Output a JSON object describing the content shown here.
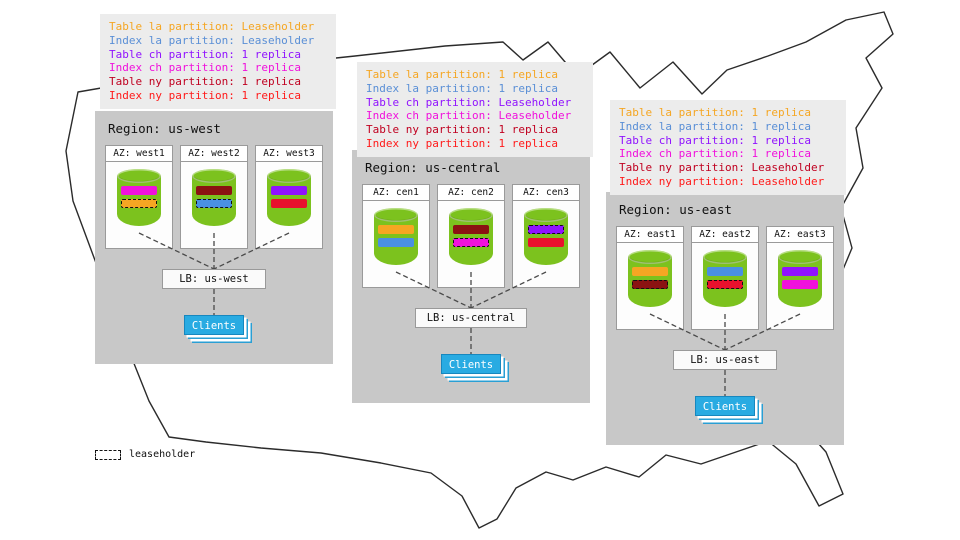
{
  "colors": {
    "cylinder": "#7cc21e",
    "clients": "#29abe2",
    "map_outline": "#2b2b2b"
  },
  "legend": {
    "leaseholder_label": "leaseholder"
  },
  "regions": [
    {
      "title": "Region: us-west",
      "lb_label": "LB: us-west",
      "clients_label": "Clients",
      "annotations": [
        {
          "text": "Table la partition: Leaseholder",
          "color": "#f5a623"
        },
        {
          "text": "Index la partition: Leaseholder",
          "color": "#5a8fd6"
        },
        {
          "text": "Table ch partition: 1 replica",
          "color": "#9013fe"
        },
        {
          "text": "Index ch partition: 1 replica",
          "color": "#f011dc"
        },
        {
          "text": "Table ny partition: 1 replica",
          "color": "#c00020"
        },
        {
          "text": "Index ny partition: 1 replica",
          "color": "#ff1a1a"
        }
      ],
      "azs": [
        {
          "label": "AZ: west1",
          "bars": [
            {
              "color": "#f011dc",
              "leaseholder": false
            },
            {
              "color": "#f5a623",
              "leaseholder": true
            }
          ]
        },
        {
          "label": "AZ: west2",
          "bars": [
            {
              "color": "#8b1212",
              "leaseholder": false
            },
            {
              "color": "#4a90e2",
              "leaseholder": true
            }
          ]
        },
        {
          "label": "AZ: west3",
          "bars": [
            {
              "color": "#9013fe",
              "leaseholder": false
            },
            {
              "color": "#e8112d",
              "leaseholder": false
            }
          ]
        }
      ]
    },
    {
      "title": "Region: us-central",
      "lb_label": "LB: us-central",
      "clients_label": "Clients",
      "annotations": [
        {
          "text": "Table la partition: 1 replica",
          "color": "#f5a623"
        },
        {
          "text": "Index la partition: 1 replica",
          "color": "#5a8fd6"
        },
        {
          "text": "Table ch partition: Leaseholder",
          "color": "#9013fe"
        },
        {
          "text": "Index ch partition: Leaseholder",
          "color": "#f011dc"
        },
        {
          "text": "Table ny partition: 1 replica",
          "color": "#c00020"
        },
        {
          "text": "Index ny partition: 1 replica",
          "color": "#ff1a1a"
        }
      ],
      "azs": [
        {
          "label": "AZ: cen1",
          "bars": [
            {
              "color": "#f5a623",
              "leaseholder": false
            },
            {
              "color": "#4a90e2",
              "leaseholder": false
            }
          ]
        },
        {
          "label": "AZ: cen2",
          "bars": [
            {
              "color": "#8b1212",
              "leaseholder": false
            },
            {
              "color": "#f011dc",
              "leaseholder": true
            }
          ]
        },
        {
          "label": "AZ: cen3",
          "bars": [
            {
              "color": "#9013fe",
              "leaseholder": true
            },
            {
              "color": "#e8112d",
              "leaseholder": false
            }
          ]
        }
      ]
    },
    {
      "title": "Region: us-east",
      "lb_label": "LB: us-east",
      "clients_label": "Clients",
      "annotations": [
        {
          "text": "Table la partition: 1 replica",
          "color": "#f5a623"
        },
        {
          "text": "Index la partition: 1 replica",
          "color": "#5a8fd6"
        },
        {
          "text": "Table ch partition: 1 replica",
          "color": "#9013fe"
        },
        {
          "text": "Index ch partition: 1 replica",
          "color": "#f011dc"
        },
        {
          "text": "Table ny partition: Leaseholder",
          "color": "#c00020"
        },
        {
          "text": "Index ny partition: Leaseholder",
          "color": "#ff1a1a"
        }
      ],
      "azs": [
        {
          "label": "AZ: east1",
          "bars": [
            {
              "color": "#f5a623",
              "leaseholder": false
            },
            {
              "color": "#8b1212",
              "leaseholder": true
            }
          ]
        },
        {
          "label": "AZ: east2",
          "bars": [
            {
              "color": "#4a90e2",
              "leaseholder": false
            },
            {
              "color": "#e8112d",
              "leaseholder": true
            }
          ]
        },
        {
          "label": "AZ: east3",
          "bars": [
            {
              "color": "#9013fe",
              "leaseholder": false
            },
            {
              "color": "#f011dc",
              "leaseholder": false
            }
          ]
        }
      ]
    }
  ]
}
